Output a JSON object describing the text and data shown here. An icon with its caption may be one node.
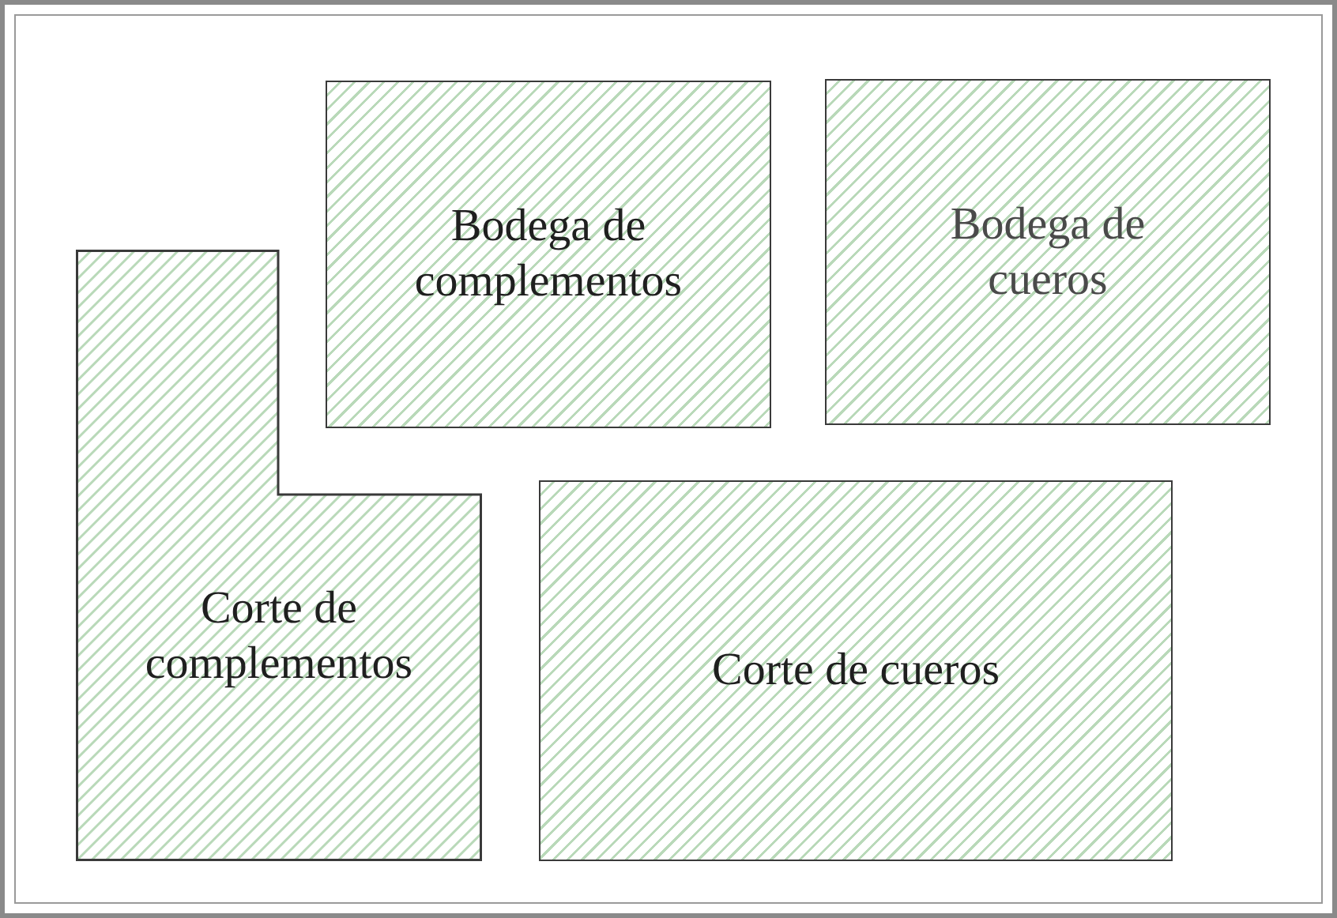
{
  "diagram": {
    "nodes": [
      {
        "text": [],
        "shape": "box"
      },
      {
        "text": [
          "Bodega de complementos"
        ],
        "in": 0
      },
      {
        "text": [
          "Bodega de cueros"
        ],
        "in": 0
      },
      {
        "text": [
          "Corte de complementos"
        ],
        "in": 0
      },
      {
        "text": [
          "Corte de cueros"
        ],
        "in": 0
      }
    ]
  }
}
